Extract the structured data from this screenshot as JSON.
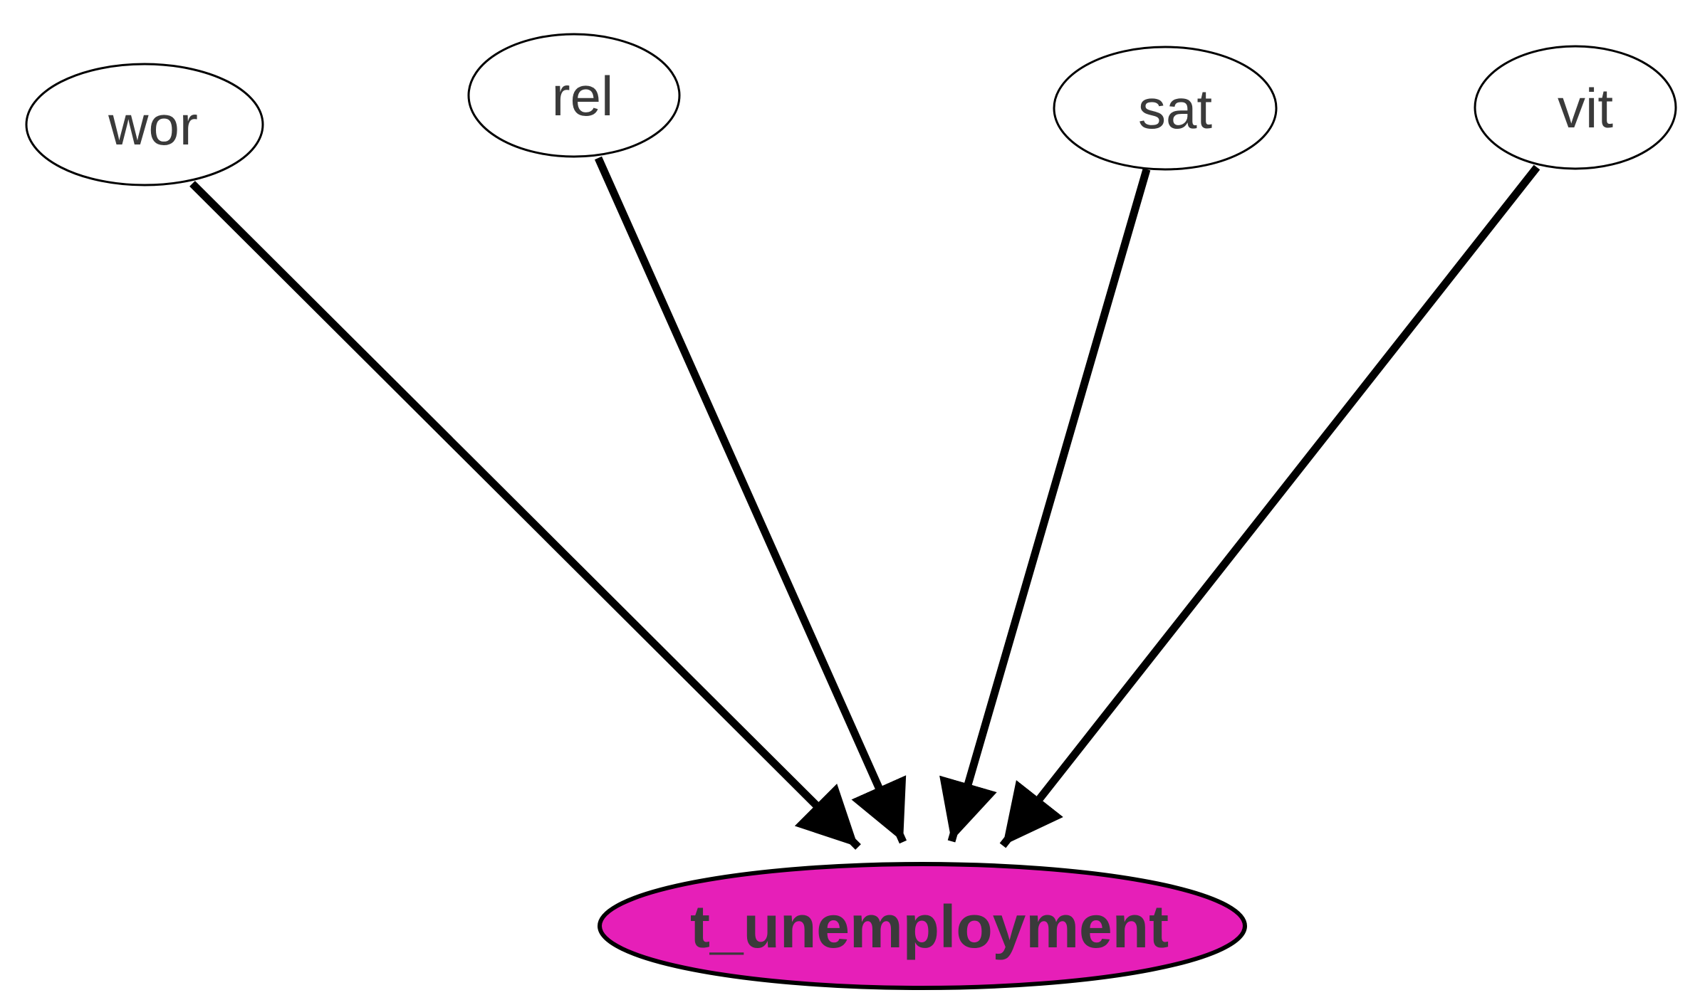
{
  "graph": {
    "nodes": {
      "wor": "wor",
      "rel": "rel",
      "sat": "sat",
      "vit": "vit",
      "target": "t_unemployment"
    },
    "edges": [
      {
        "from": "wor",
        "to": "t_unemployment"
      },
      {
        "from": "rel",
        "to": "t_unemployment"
      },
      {
        "from": "sat",
        "to": "t_unemployment"
      },
      {
        "from": "vit",
        "to": "t_unemployment"
      }
    ],
    "colors": {
      "target_fill": "#e61fb8",
      "node_fill": "#ffffff",
      "stroke": "#000000",
      "text": "#3a3a3a"
    }
  }
}
